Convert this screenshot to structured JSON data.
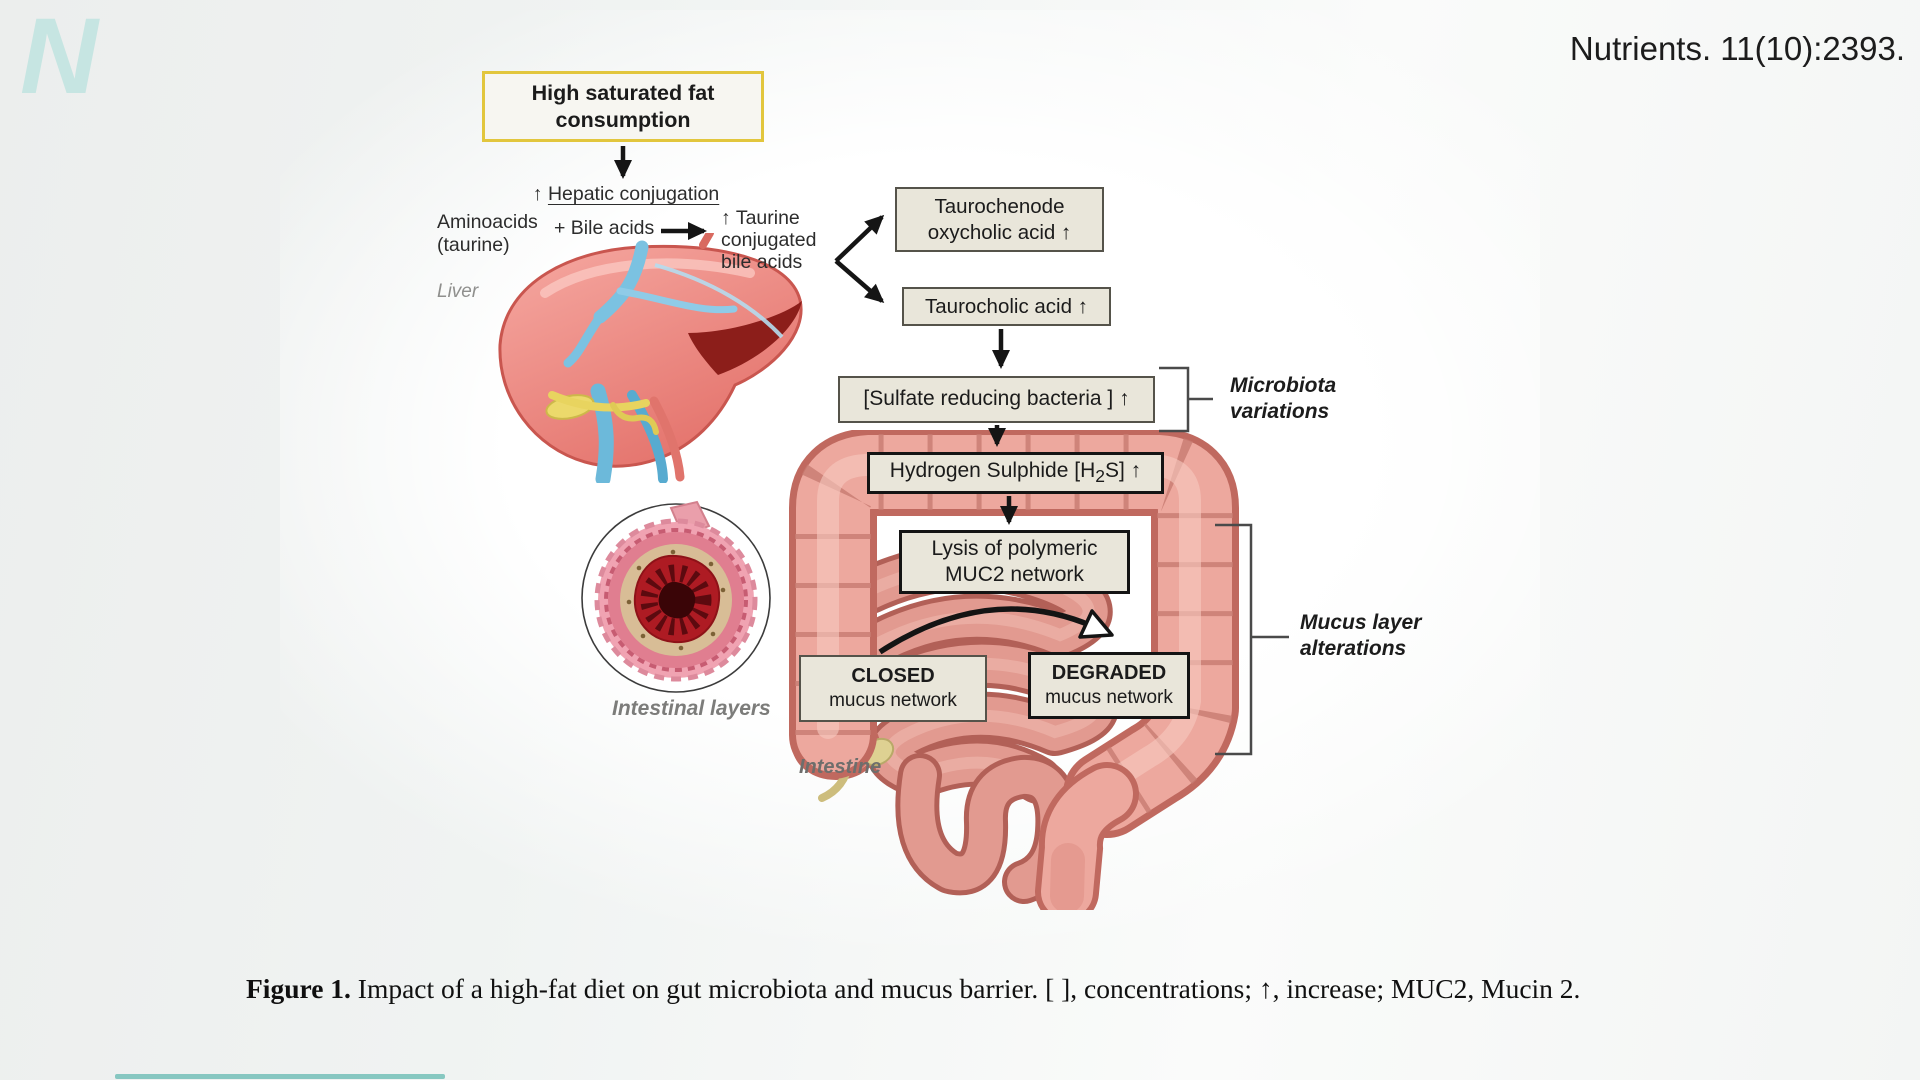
{
  "header": {
    "journal_ref": "Nutrients. 11(10):2393.",
    "logo_letter": "N"
  },
  "flowchart": {
    "high_fat_box": "High saturated fat\nconsumption",
    "hepatic_arrow": "↑ ",
    "hepatic_label": "Hepatic conjugation",
    "aminoacids_label": "Aminoacids\n(taurine)",
    "bile_acids_label": "+ Bile acids",
    "taurine_conjugated_label": "↑ Taurine\nconjugated\nbile acids",
    "taurochenodeoxycholic_box": "Taurochenode\noxycholic acid ↑",
    "taurocholic_box": "Taurocholic acid ↑",
    "sulfate_box": "[Sulfate reducing bacteria ] ↑",
    "h2s_box": {
      "pre": "Hydrogen Sulphide [H",
      "sub": "2",
      "post": "S] ↑"
    },
    "lysis_box": "Lysis of polymeric\nMUC2 network",
    "closed_box": {
      "title": "CLOSED",
      "subtitle": "mucus network"
    },
    "degraded_box": {
      "title": "DEGRADED",
      "subtitle": "mucus network"
    },
    "microbiota_label": "Microbiota\nvariations",
    "mucus_label": "Mucus layer\nalterations"
  },
  "anatomy": {
    "liver_label": "Liver",
    "intestinal_layers_label": "Intestinal layers",
    "intestine_label": "Intestine"
  },
  "caption": {
    "figure_label": "Figure 1.",
    "text": " Impact of a high-fat diet on gut microbiota and mucus barrier. [ ], concentrations; ↑, increase; MUC2, Mucin 2."
  },
  "colors": {
    "accent_yellow": "#e2c63d",
    "box_fill": "#e9e6da",
    "box_border": "#55534a",
    "box_border_heavy": "#141414",
    "logo_teal": "#c6e5e2",
    "progress_teal": "#74c0b9",
    "label_gray": "#8f8f8d"
  }
}
